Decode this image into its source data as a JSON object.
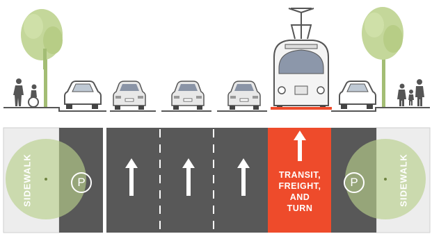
{
  "colors": {
    "asphalt": "#585858",
    "lane_gap": "#ffffff",
    "sidewalk": "#ededed",
    "tree_canopy": "#b9cf8c",
    "transit_lane": "#ee4b2b",
    "elevation_line": "#555555"
  },
  "elements": {
    "sidewalk_labels": [
      "SIDEWALK",
      "SIDEWALK"
    ],
    "parking_symbol": "P",
    "transit_lines": [
      "TRANSIT,",
      "FREIGHT,",
      "AND",
      "TURN"
    ]
  },
  "icons": [
    "tree",
    "pedestrian",
    "wheelchair-user",
    "parked-car",
    "car-rear",
    "streetcar",
    "arrow-up",
    "parking-circle"
  ]
}
